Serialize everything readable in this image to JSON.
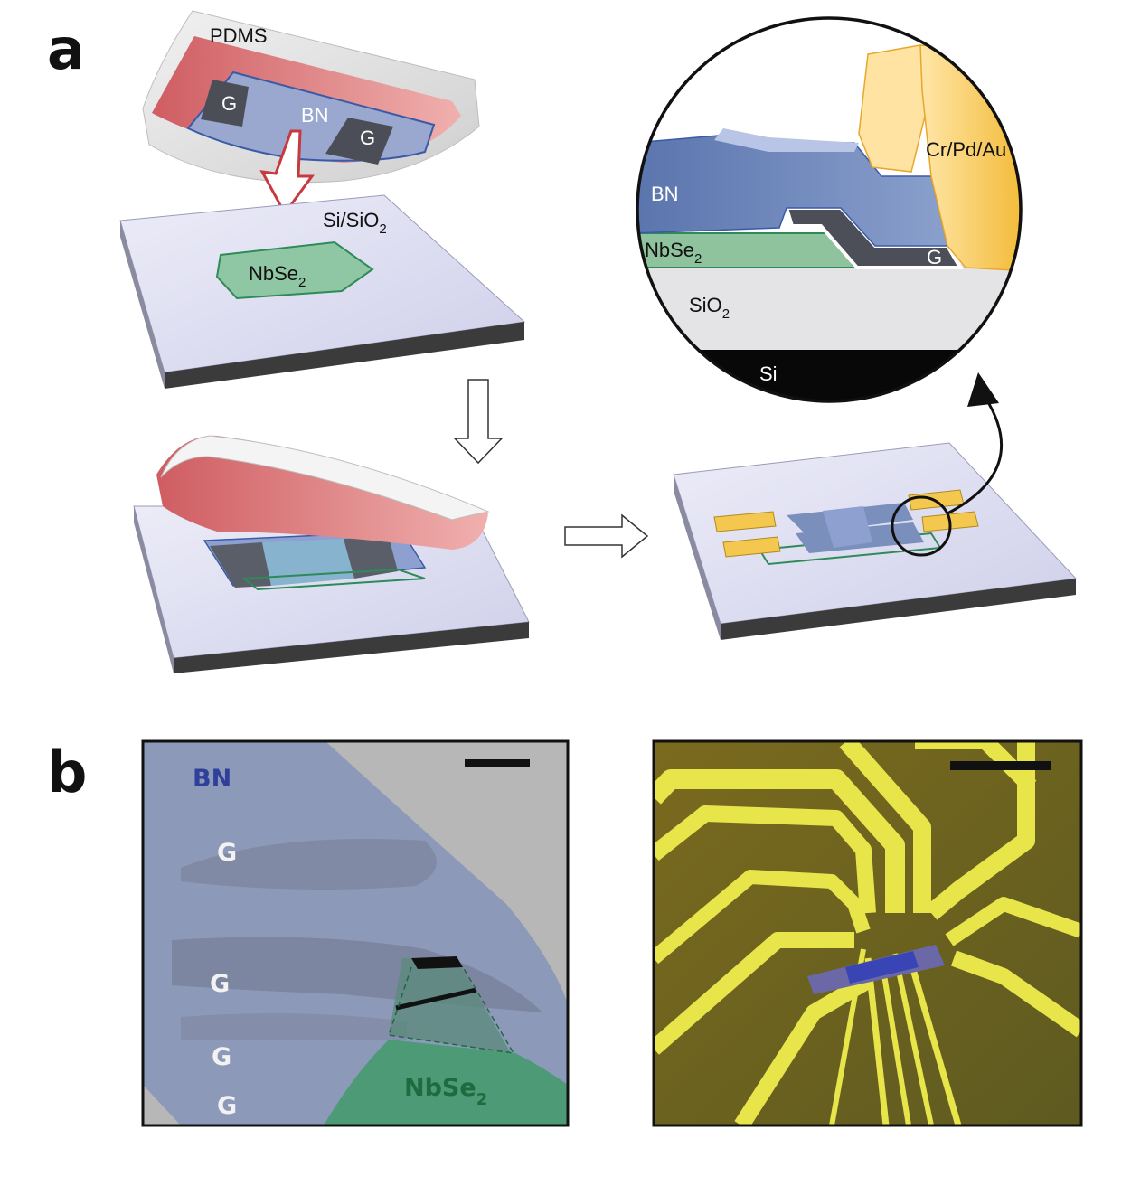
{
  "panel_a": {
    "letter": "a",
    "pdms_label": "PDMS",
    "bn_label": "BN",
    "g_label": "G",
    "substrate_label_main": "Si/SiO",
    "substrate_label_sub": "2",
    "nbse2_main": "NbSe",
    "nbse2_sub": "2",
    "inset": {
      "bn": "BN",
      "nbse2_main": "NbSe",
      "nbse2_sub": "2",
      "g": "G",
      "contact": "Cr/Pd/Au",
      "sio2_main": "SiO",
      "sio2_sub": "2",
      "si": "Si"
    }
  },
  "panel_b": {
    "letter": "b",
    "bn": "BN",
    "g": "G",
    "nbse2_main": "NbSe",
    "nbse2_sub": "2"
  },
  "colors": {
    "pdms_red": "#d9797a",
    "bn_blue": "#6f86b8",
    "nbse2_green": "#7dba96",
    "graphene_dark": "#4a4d55",
    "gold": "#f2c24a",
    "substrate": "#d7d8ee"
  }
}
